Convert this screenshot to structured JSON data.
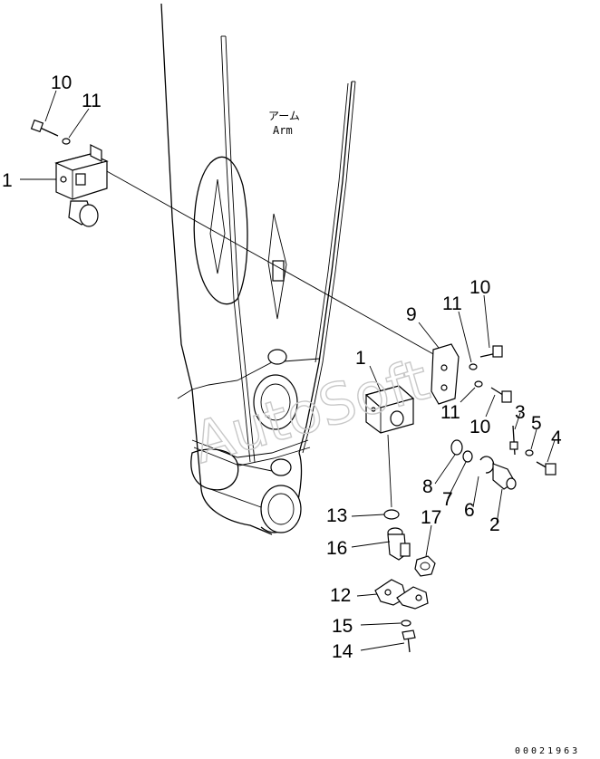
{
  "arm_label": {
    "japanese": "アーム",
    "english": "Arm"
  },
  "watermark": "AutoSoft",
  "drawing_number": "00021963",
  "callouts": {
    "c1_top": "1",
    "c10_top": "10",
    "c11_top": "11",
    "c1_mid": "1",
    "c9": "9",
    "c11_upper": "11",
    "c10_upper": "10",
    "c11_lower": "11",
    "c10_lower": "10",
    "c3": "3",
    "c5": "5",
    "c4": "4",
    "c8": "8",
    "c7": "7",
    "c6": "6",
    "c2": "2",
    "c13": "13",
    "c17": "17",
    "c16": "16",
    "c12": "12",
    "c15": "15",
    "c14": "14"
  }
}
